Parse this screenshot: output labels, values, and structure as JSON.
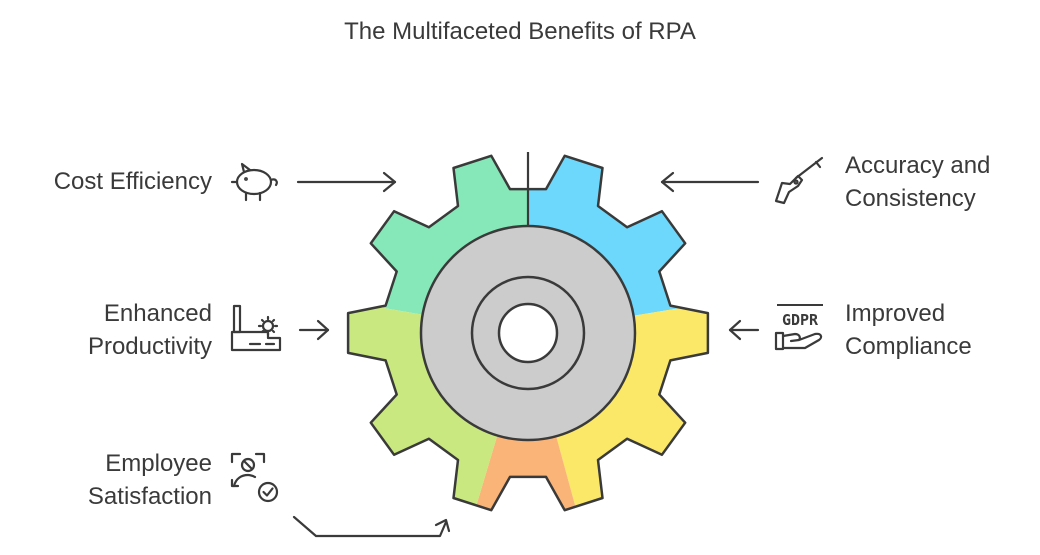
{
  "title": "The Multifaceted Benefits of RPA",
  "benefits": {
    "cost": {
      "lines": [
        "Cost Efficiency"
      ],
      "icon": "piggy-bank-icon",
      "color": "#86e8b9"
    },
    "accuracy": {
      "lines": [
        "Accuracy and",
        "Consistency"
      ],
      "icon": "rifle-icon",
      "color": "#6dd8fb"
    },
    "productivity": {
      "lines": [
        "Enhanced",
        "Productivity"
      ],
      "icon": "factory-gear-icon",
      "color": "#c9e87f"
    },
    "compliance": {
      "lines": [
        "Improved",
        "Compliance"
      ],
      "icon": "gdpr-hand-icon",
      "icon_text": "GDPR",
      "color": "#fbe868"
    },
    "satisfaction": {
      "lines": [
        "Employee",
        "Satisfaction"
      ],
      "icon": "user-check-icon",
      "color": "#fbb477"
    }
  },
  "hub_color": "#cccccc"
}
